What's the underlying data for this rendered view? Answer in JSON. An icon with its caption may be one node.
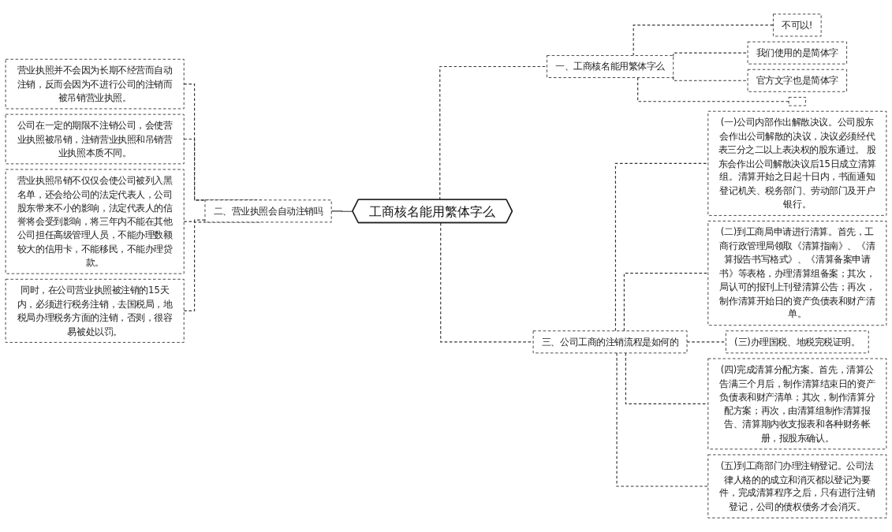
{
  "diagram": {
    "nodes": [
      {
        "text": [
          "工商核名能用繁体字么"
        ]
      },
      {
        "text": [
          "一、工商核名能用繁体字么"
        ]
      },
      {
        "text": [
          "不可以!"
        ]
      },
      {
        "text": [
          "我们使用的是简体字"
        ]
      },
      {
        "text": [
          "官方文字也是简体字"
        ]
      },
      {
        "text": [],
        "shape": "box"
      },
      {
        "text": [
          "二、营业执照会自动注销吗"
        ]
      },
      {
        "text": [
          "营业执照并不会因为长期不经营而自动注销，反而会因为不进行公司的注销而被吊销营业执照。"
        ]
      },
      {
        "text": [
          "公司在一定的期限不注销公司，会使营业执照被吊销，注销营业执照和吊销营业执照本质不同。"
        ]
      },
      {
        "text": [
          "营业执照吊销不仅仅会使公司被列入黑名单，还会给公司的法定代表人，公司股东带来不小的影响，法定代表人的信誉将会受到影响，将三年内不能在其他公司担任高级管理人员，不能办理数额较大的信用卡，不能移民，不能办理贷款。"
        ]
      },
      {
        "text": [
          "同时，在公司营业执照被注销的15天内，必须进行税务注销，去国税局，地税局办理税务方面的注销，否则，很容易被处以罚。"
        ]
      },
      {
        "text": [
          "三、公司工商的注销流程是如何的"
        ]
      },
      {
        "text": [
          "(一)公司内部作出解散决议。公司股东会作出公司解散的决议，决议必须经代表三分之二以上表决权的股东通过。 股东会作出公司解散决议后15日成立清算组。清算开始之日起十日内，书面通知登记机关、税务部门、劳动部门及开户银行。"
        ]
      },
      {
        "text": [
          "(二)到工商局申请进行清算。首先，工商行政管理局领取《清算指南》、《清算报告书写格式》、《清算备案申请书》等表格，办理清算组备案；其次，局认可的报刊上刊登清算公告；再次，制作清算开始日的资产负债表和财产清单。"
        ]
      },
      {
        "text": [
          "(三)办理国税、地税完税证明。"
        ]
      },
      {
        "text": [
          "(四)完成清算分配方案。首先，清算公告满三个月后，制作清算结束日的资产负债表和财产清单；其次，制作清算分配方案；再次，由清算组制作清算报告、清算期内收支报表和各种财务帐册，报股东确认。"
        ]
      },
      {
        "text": [
          "(五)到工商部门办理注销登记。公司法律人格的的成立和消灭都以登记为要件，完成清算程序之后，只有进行注销登记，公司的债权债务才会消灭。"
        ]
      }
    ],
    "edges": [
      {
        "from": 0,
        "to": 1,
        "arrow": "none",
        "style": "dashed"
      },
      {
        "from": 1,
        "to": 2,
        "arrow": "none",
        "style": "dashed"
      },
      {
        "from": 1,
        "to": 3,
        "arrow": "none",
        "style": "dashed"
      },
      {
        "from": 1,
        "to": 4,
        "arrow": "none",
        "style": "dashed"
      },
      {
        "from": 1,
        "to": 5,
        "arrow": "none",
        "style": "dashed"
      },
      {
        "from": 0,
        "to": 6,
        "arrow": "none"
      },
      {
        "from": 6,
        "to": 7,
        "arrow": "none",
        "style": "dashed"
      },
      {
        "from": 6,
        "to": 8,
        "arrow": "none",
        "style": "dashed"
      },
      {
        "from": 6,
        "to": 9,
        "arrow": "none",
        "style": "dashed"
      },
      {
        "from": 6,
        "to": 10,
        "arrow": "none",
        "style": "dashed"
      },
      {
        "from": 0,
        "to": 11,
        "arrow": "none",
        "style": "dashed"
      },
      {
        "from": 11,
        "to": 12,
        "arrow": "none",
        "style": "dashed"
      },
      {
        "from": 11,
        "to": 13,
        "arrow": "none",
        "style": "dashed"
      },
      {
        "from": 11,
        "to": 14,
        "arrow": "none",
        "style": "dashed"
      },
      {
        "from": 11,
        "to": 15,
        "arrow": "none",
        "style": "dashed"
      },
      {
        "from": 11,
        "to": 16,
        "arrow": "none",
        "style": "dashed"
      }
    ]
  }
}
